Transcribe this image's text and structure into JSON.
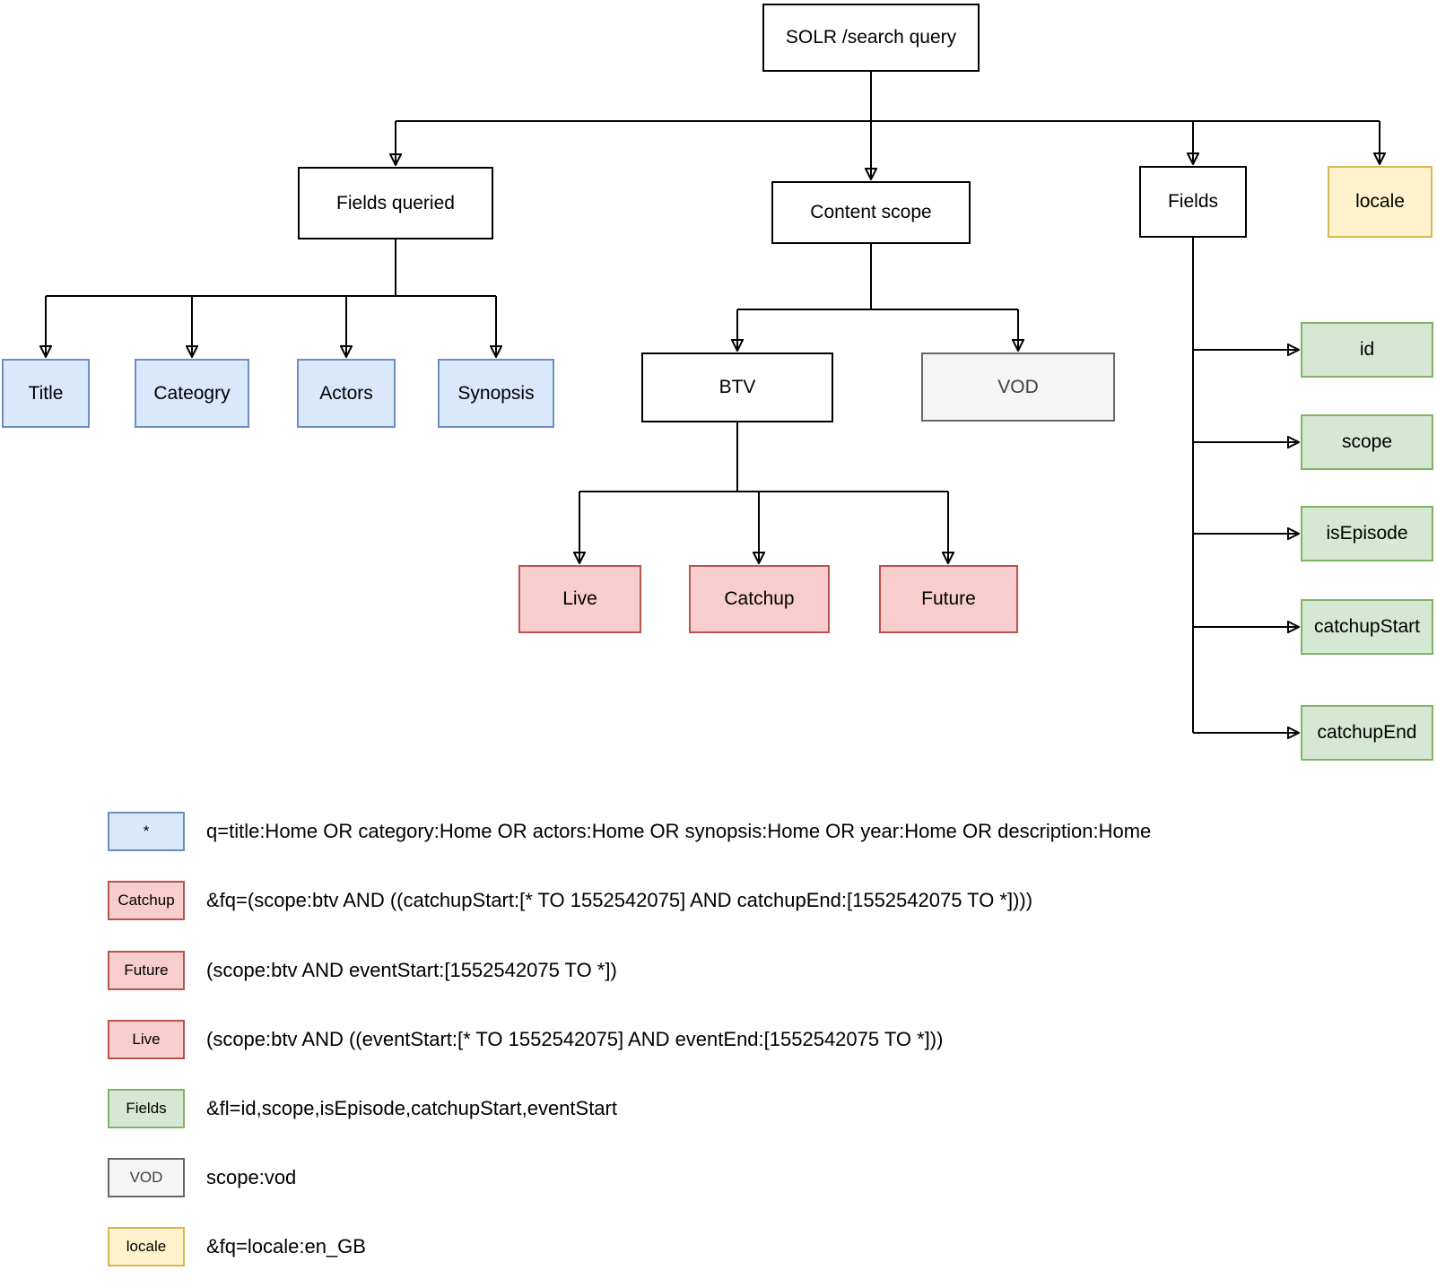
{
  "diagram": {
    "nodes": {
      "root": "SOLR /search query",
      "fields_queried": "Fields queried",
      "content_scope": "Content scope",
      "fields": "Fields",
      "locale": "locale",
      "title": "Title",
      "category": "Cateogry",
      "actors": "Actors",
      "synopsis": "Synopsis",
      "btv": "BTV",
      "vod": "VOD",
      "live": "Live",
      "catchup": "Catchup",
      "future": "Future",
      "field_id": "id",
      "field_scope": "scope",
      "field_is_episode": "isEpisode",
      "field_catchup_start": "catchupStart",
      "field_catchup_end": "catchupEnd"
    },
    "colors": {
      "blue_fill": "#dae8fc",
      "blue_border": "#6c8ebf",
      "red_fill": "#f8cecc",
      "red_border": "#b85450",
      "green_fill": "#d5e8d4",
      "green_border": "#82b366",
      "yellow_fill": "#fff2cc",
      "yellow_border": "#d6b656",
      "grey_fill": "#f5f5f5",
      "grey_border": "#666666",
      "white_fill": "#ffffff",
      "black_border": "#000000"
    }
  },
  "legend": {
    "rows": [
      {
        "swatch": "*",
        "color": "blue",
        "text": "q=title:Home OR category:Home OR actors:Home OR synopsis:Home OR year:Home OR description:Home"
      },
      {
        "swatch": "Catchup",
        "color": "red",
        "text": "&fq=(scope:btv AND ((catchupStart:[* TO 1552542075] AND catchupEnd:[1552542075 TO *])))"
      },
      {
        "swatch": "Future",
        "color": "red",
        "text": "(scope:btv AND eventStart:[1552542075 TO *])"
      },
      {
        "swatch": "Live",
        "color": "red",
        "text": "(scope:btv AND ((eventStart:[* TO 1552542075] AND eventEnd:[1552542075 TO *]))"
      },
      {
        "swatch": "Fields",
        "color": "green",
        "text": "&fl=id,scope,isEpisode,catchupStart,eventStart"
      },
      {
        "swatch": "VOD",
        "color": "grey",
        "text": "scope:vod"
      },
      {
        "swatch": "locale",
        "color": "yellow",
        "text": "&fq=locale:en_GB"
      }
    ]
  }
}
